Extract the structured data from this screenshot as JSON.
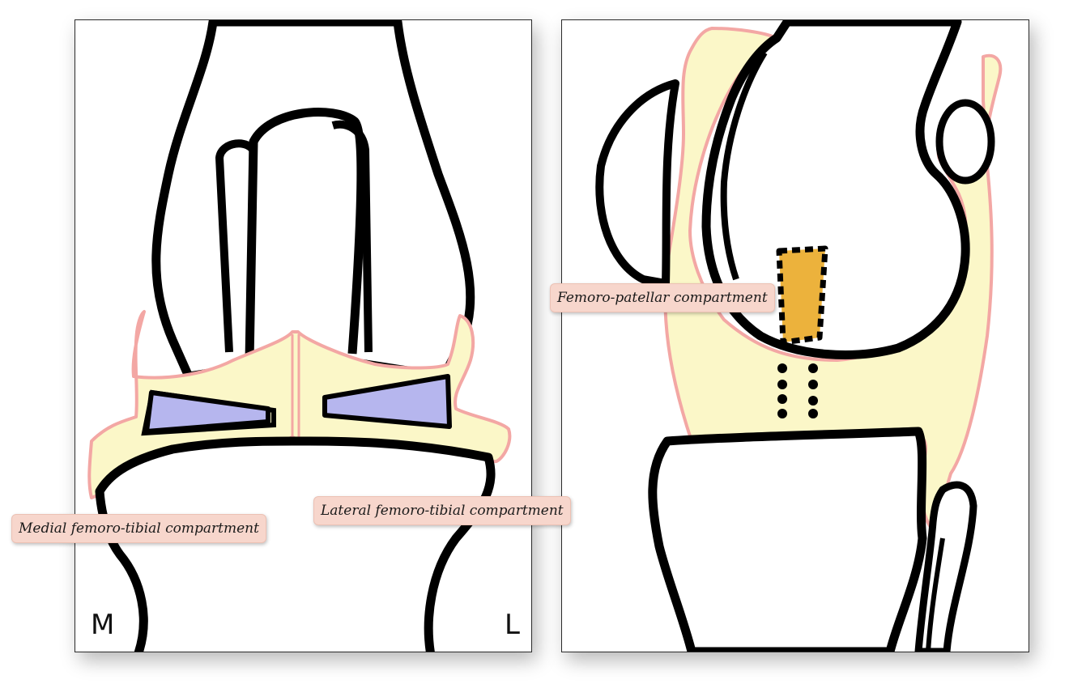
{
  "labels": {
    "femoro_patellar": "Femoro-patellar compartment",
    "medial_femoro_tibial": "Medial femoro-tibial compartment",
    "lateral_femoro_tibial": "Lateral femoro-tibial compartment",
    "side_medial": "M",
    "side_lateral": "L"
  },
  "colors": {
    "synovial_fill": "#fbf7c8",
    "synovial_outline": "#f3a7a4",
    "meniscus": "#b6b6ee",
    "ligament": "#ecb23c",
    "bone_outline": "#000000",
    "callout_bg": "#f7d6cc"
  }
}
